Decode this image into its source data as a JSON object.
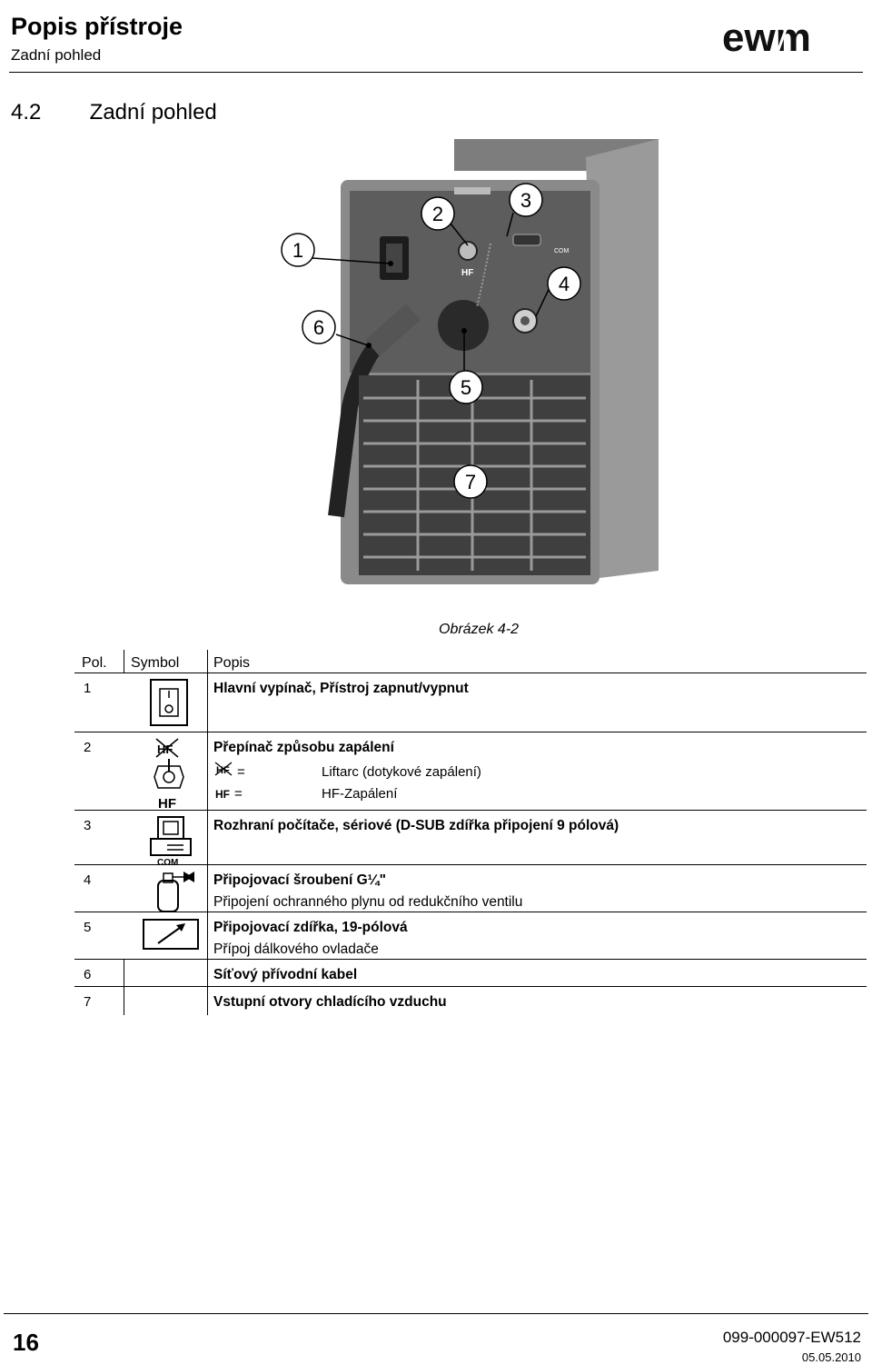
{
  "header": {
    "title": "Popis přístroje",
    "subtitle": "Zadní pohled",
    "logo_text": "ewm"
  },
  "section": {
    "number": "4.2",
    "title": "Zadní pohled"
  },
  "figure": {
    "callouts": [
      "1",
      "2",
      "3",
      "4",
      "5",
      "6",
      "7"
    ],
    "panel_labels": {
      "hf": "HF",
      "com": "COM"
    },
    "caption": "Obrázek 4-2"
  },
  "table": {
    "headers": {
      "pos": "Pol.",
      "symbol": "Symbol",
      "desc": "Popis"
    },
    "rows": [
      {
        "pos": "1",
        "title": "Hlavní vypínač, Přístroj zapnut/vypnut"
      },
      {
        "pos": "2",
        "title": "Přepínač způsobu zapálení",
        "sym_label": "HF",
        "options": [
          {
            "key": "HF",
            "eq": "=",
            "value": "Liftarc (dotykové zapálení)"
          },
          {
            "key": "HF",
            "eq": "=",
            "value": "HF-Zapálení"
          }
        ]
      },
      {
        "pos": "3",
        "title": "Rozhraní počítače, sériové (D-SUB zdířka připojení 9 pólová)",
        "sym_label": "COM"
      },
      {
        "pos": "4",
        "title": "Připojovací šroubení G¼\"",
        "subtitle": "Připojení ochranného plynu od redukčního ventilu"
      },
      {
        "pos": "5",
        "title": "Připojovací zdířka, 19-pólová",
        "subtitle": "Přípoj dálkového ovladače"
      },
      {
        "pos": "6",
        "title": "Síťový přívodní kabel"
      },
      {
        "pos": "7",
        "title": "Vstupní otvory chladícího vzduchu"
      }
    ]
  },
  "footer": {
    "page": "16",
    "doc": "099-000097-EW512",
    "date": "05.05.2010"
  }
}
